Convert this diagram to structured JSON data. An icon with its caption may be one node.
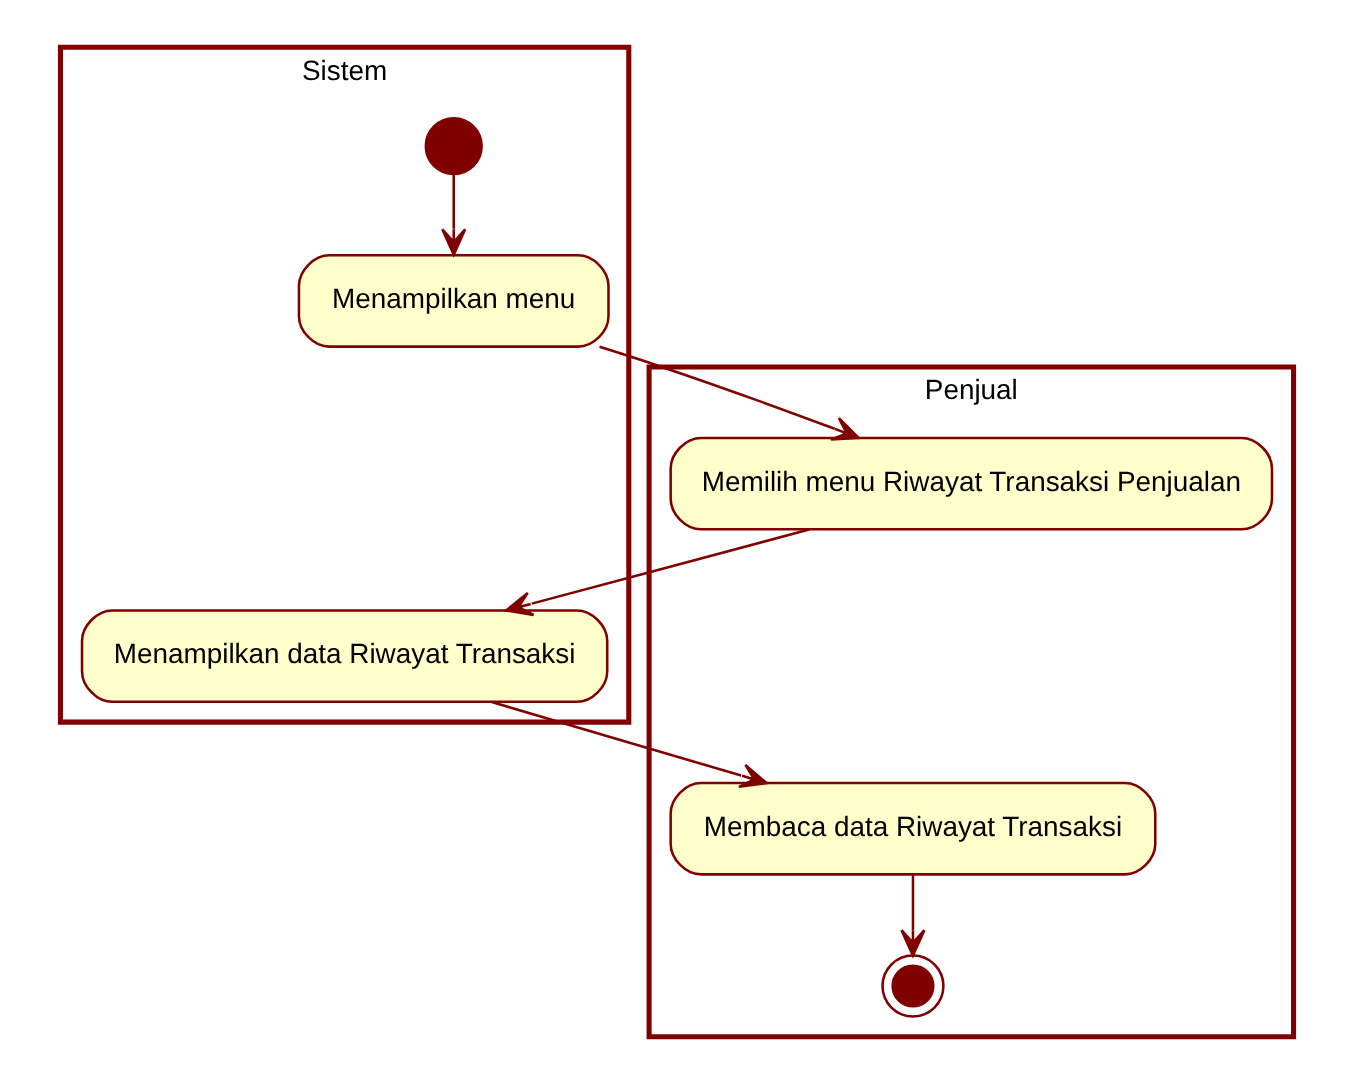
{
  "diagram": {
    "nodes": [
      {
        "text": [
          "Penjual"
        ]
      },
      {
        "text": [
          "Sistem"
        ]
      },
      {
        "text": [],
        "shape": "circle",
        "in": 1
      },
      {
        "text": [
          "Menampilkan menu"
        ],
        "in": 1
      },
      {
        "text": [
          "Memilih menu Riwayat Transaksi Penjualan"
        ],
        "in": 0
      },
      {
        "text": [
          "Menampilkan data Riwayat Transaksi"
        ],
        "in": 1
      },
      {
        "text": [
          "Membaca data Riwayat Transaksi"
        ],
        "in": 0
      },
      {
        "text": [],
        "shape": "bullseye",
        "in": 0
      }
    ],
    "edges": [
      {
        "from": 2,
        "to": 3,
        "arrow": "to"
      },
      {
        "from": 3,
        "to": 4,
        "arrow": "to"
      },
      {
        "from": 4,
        "to": 5,
        "arrow": "to"
      },
      {
        "from": 5,
        "to": 6,
        "arrow": "to"
      },
      {
        "from": 6,
        "to": 7,
        "arrow": "to"
      }
    ]
  }
}
